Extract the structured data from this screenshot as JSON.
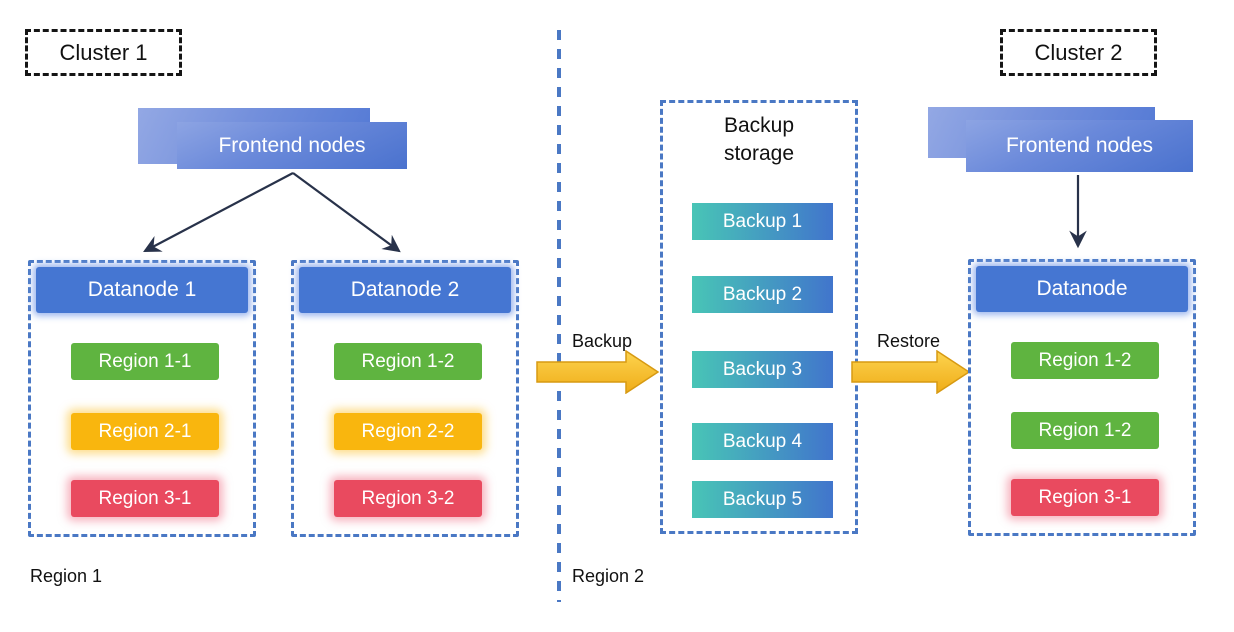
{
  "cluster1": {
    "label": "Cluster 1",
    "frontend_label": "Frontend nodes",
    "datanodes": [
      {
        "title": "Datanode 1",
        "regions": [
          {
            "label": "Region 1-1",
            "color": "green"
          },
          {
            "label": "Region 2-1",
            "color": "yellow"
          },
          {
            "label": "Region 3-1",
            "color": "red"
          }
        ]
      },
      {
        "title": "Datanode 2",
        "regions": [
          {
            "label": "Region 1-2",
            "color": "green"
          },
          {
            "label": "Region 2-2",
            "color": "yellow"
          },
          {
            "label": "Region 3-2",
            "color": "red"
          }
        ]
      }
    ]
  },
  "backup_storage": {
    "title": "Backup storage",
    "items": [
      {
        "label": "Backup 1"
      },
      {
        "label": "Backup 2"
      },
      {
        "label": "Backup 3"
      },
      {
        "label": "Backup 4"
      },
      {
        "label": "Backup 5"
      }
    ]
  },
  "flows": {
    "backup_label": "Backup",
    "restore_label": "Restore"
  },
  "cluster2": {
    "label": "Cluster 2",
    "frontend_label": "Frontend nodes",
    "datanode": {
      "title": "Datanode",
      "regions": [
        {
          "label": "Region 1-2",
          "color": "green"
        },
        {
          "label": "Region 1-2",
          "color": "green"
        },
        {
          "label": "Region 3-1",
          "color": "red"
        }
      ]
    }
  },
  "footer": {
    "region1_label": "Region 1",
    "region2_label": "Region 2"
  },
  "colors": {
    "container_dash_blue": "#4a78c4",
    "cluster_dash_black": "#151515",
    "datanode_header_blue": "#4576d2",
    "frontend_blue_light": "#8da4e3",
    "frontend_blue_dark": "#4a72ce",
    "region_green": "#5fb440",
    "region_yellow": "#f9b60e",
    "region_red": "#e94a5f",
    "backup_gradient_teal": "#48c5b6",
    "backup_gradient_blue": "#4175cc",
    "flow_arrow_gold_light": "#fdd44f",
    "flow_arrow_gold_dark": "#efac18",
    "flow_arrow_gold_stroke": "#d79a12",
    "connector_dark": "#28324a"
  }
}
